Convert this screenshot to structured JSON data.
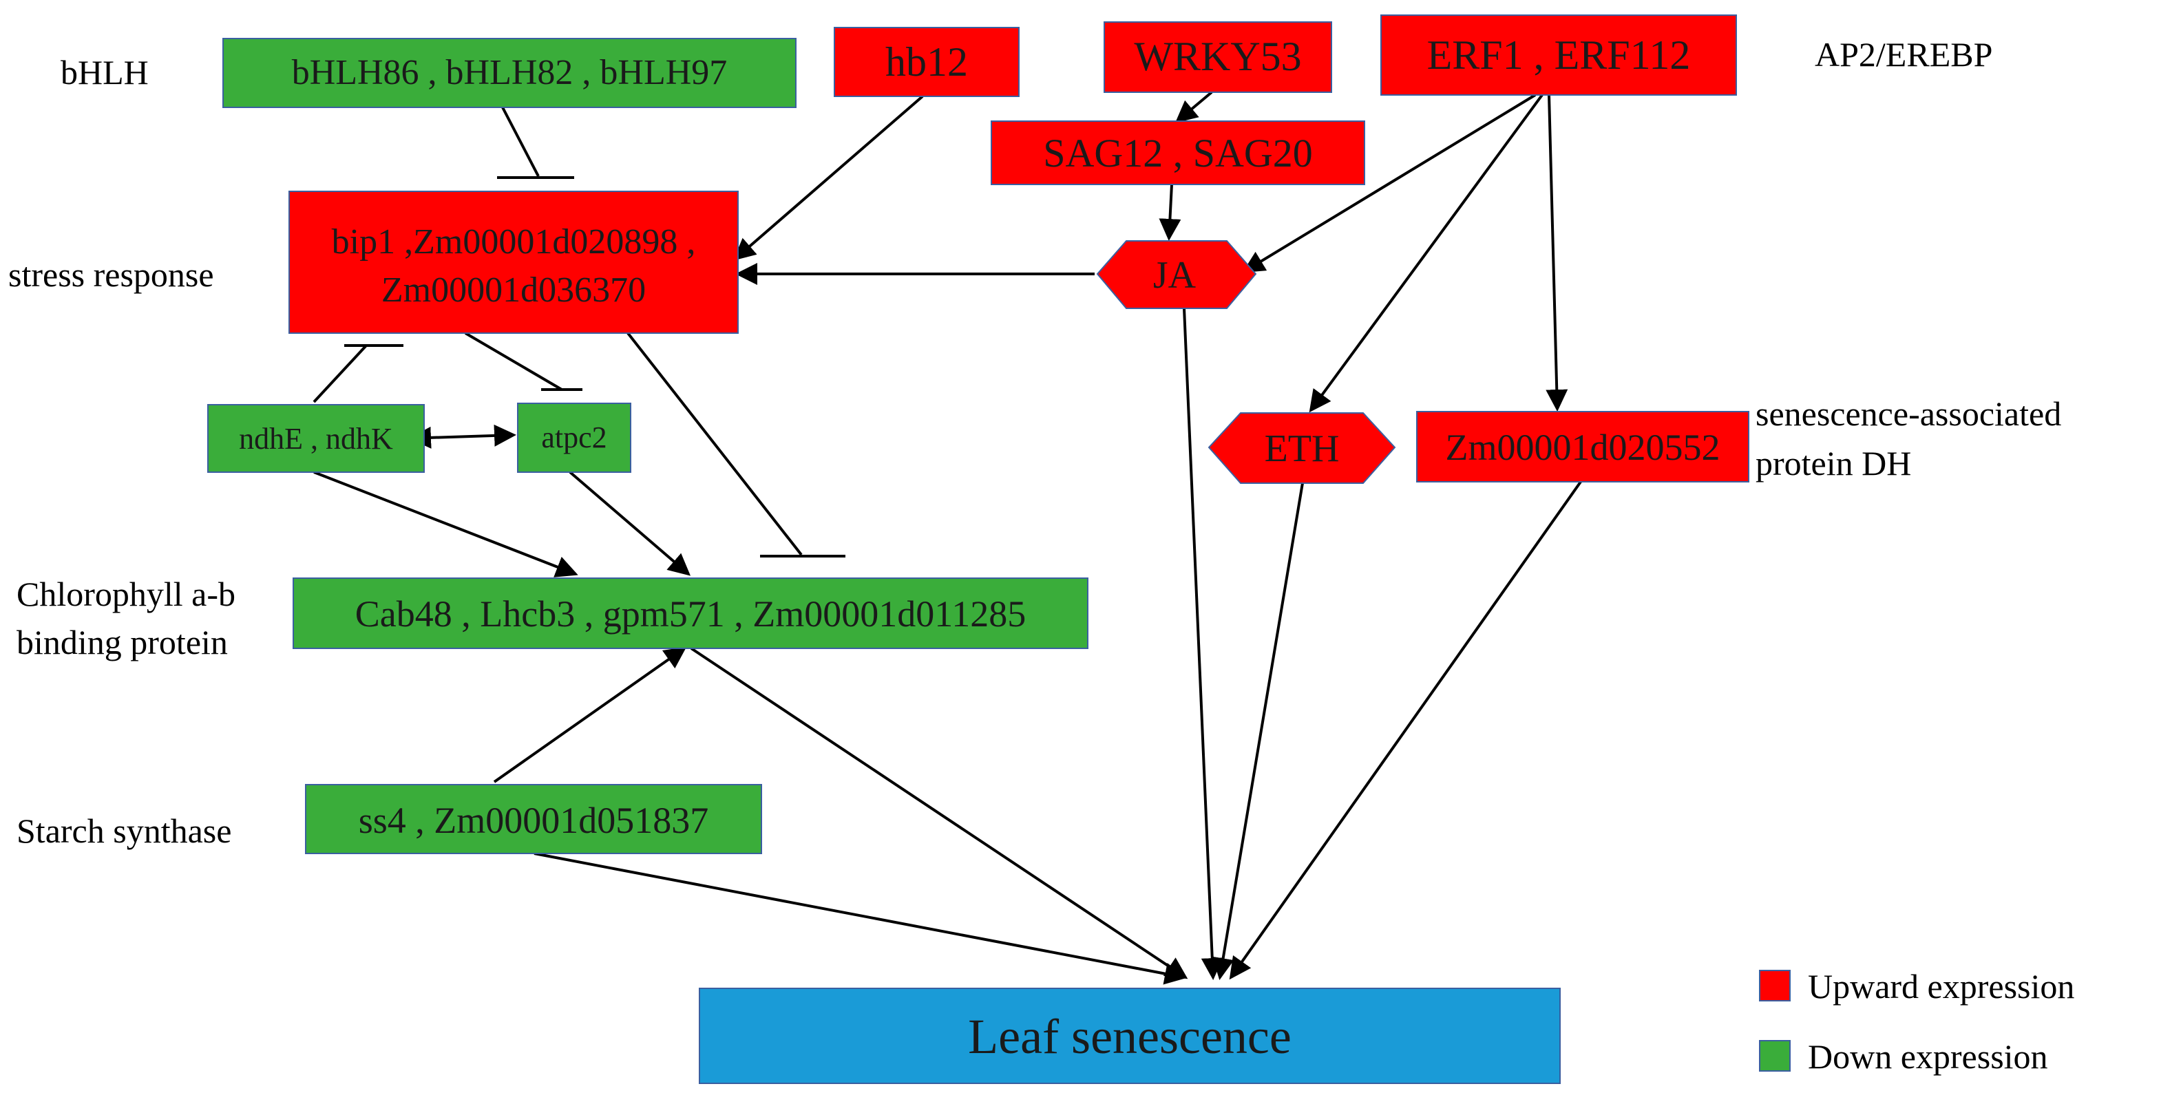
{
  "nodes": {
    "bhlh_genes": "bHLH86 , bHLH82 , bHLH97",
    "hb12": "hb12",
    "wrky53": "WRKY53",
    "erf": "ERF1 , ERF112",
    "sag": "SAG12 , SAG20",
    "stress_line1": "bip1 ,Zm00001d020898 ,",
    "stress_line2": "Zm00001d036370",
    "ja": "JA",
    "ndh": "ndhE , ndhK",
    "atpc2": "atpc2",
    "eth": "ETH",
    "dh_gene": "Zm00001d020552",
    "cab": "Cab48 , Lhcb3 , gpm571 , Zm00001d011285",
    "ss4": "ss4 , Zm00001d051837",
    "leaf": "Leaf senescence"
  },
  "labels": {
    "bhlh": "bHLH",
    "ap2": "AP2/EREBP",
    "stress": "stress response",
    "sad_line1": "senescence-associated",
    "sad_line2": "protein DH",
    "chl_line1": "Chlorophyll a-b",
    "chl_line2": "binding protein",
    "starch": "Starch synthase"
  },
  "legend": {
    "up": "Upward expression",
    "down": "Down expression"
  },
  "colors": {
    "up": "#ff0000",
    "down": "#3aad3a",
    "target": "#1a9bd7"
  }
}
